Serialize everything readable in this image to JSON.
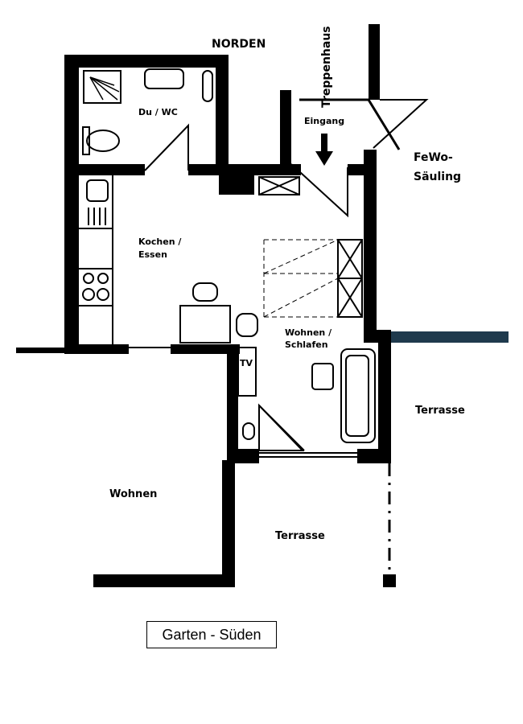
{
  "labels": {
    "north": "NORDEN",
    "stairwell": "Treppenhaus",
    "entrance": "Eingang",
    "fewo": "FeWo-",
    "fewo_name": "Säuling",
    "bath": "Du / WC",
    "kitchen_1": "Kochen /",
    "kitchen_2": "Essen",
    "living_1": "Wohnen /",
    "living_2": "Schlafen",
    "tv": "TV",
    "terrace_right": "Terrasse",
    "living_left": "Wohnen",
    "terrace_bottom": "Terrasse",
    "garden": "Garten - Süden"
  },
  "colors": {
    "wall": "#000000",
    "background": "#ffffff",
    "fence": "#1f3a4d"
  }
}
